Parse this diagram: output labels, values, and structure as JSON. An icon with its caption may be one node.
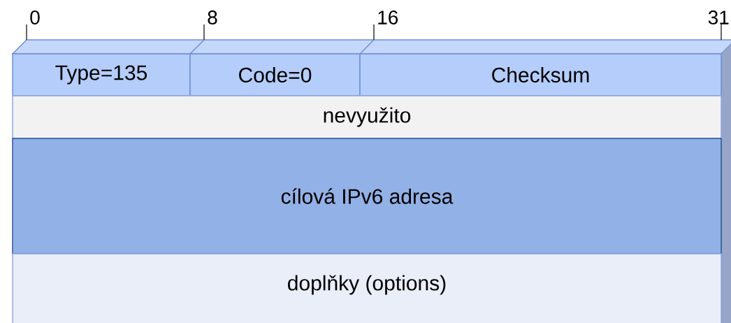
{
  "diagram": {
    "nodes": [
      {
        "text": [
          "Type=135"
        ]
      },
      {
        "text": [
          "Code=0"
        ]
      },
      {
        "text": [
          "Checksum"
        ]
      },
      {
        "text": [
          "nevyužito"
        ]
      },
      {
        "text": [
          "cílová IPv6 adresa"
        ]
      },
      {
        "text": [
          "doplňky (options)"
        ]
      }
    ],
    "labels": [
      "0",
      "8",
      "16",
      "31"
    ]
  }
}
